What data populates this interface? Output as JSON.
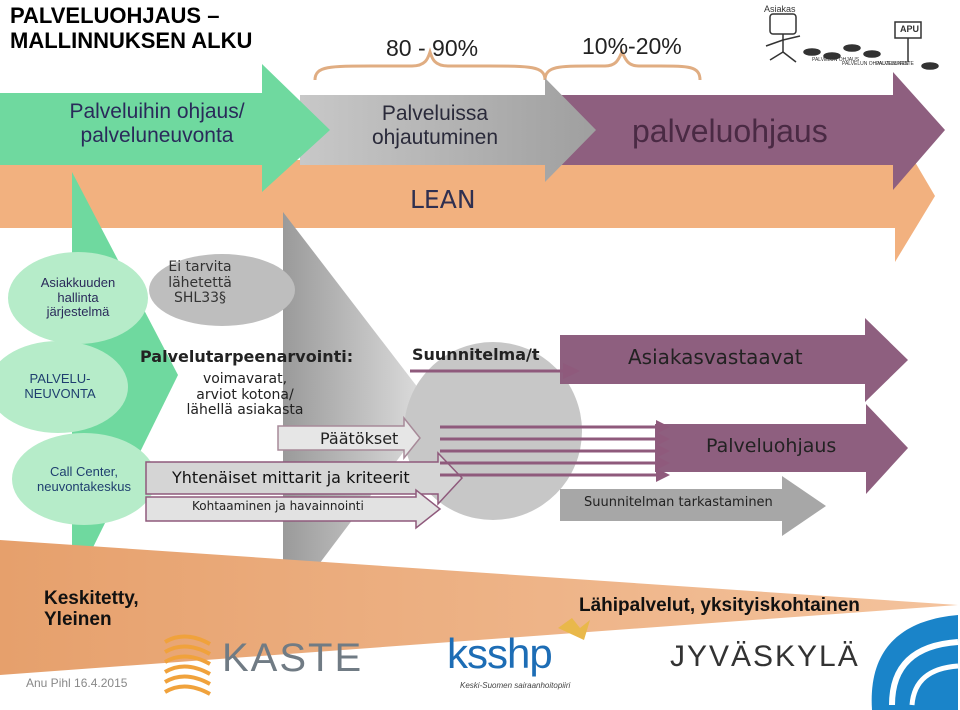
{
  "title": {
    "line1": "PALVELUOHJAUS –",
    "line2": "MALLINNUKSEN ALKU"
  },
  "percentages": {
    "left": "80 - 90%",
    "right": "10%-20%"
  },
  "top_band": {
    "green": {
      "line1": "Palveluihin ohjaus/",
      "line2": "palveluneuvonta"
    },
    "gray": {
      "line1": "Palveluissa",
      "line2": "ohjautuminen"
    },
    "purple": "palveluohjaus",
    "lean": "LEAN"
  },
  "left_column": {
    "item1": {
      "line1": "Asiakkuuden",
      "line2": "hallinta",
      "line3": "järjestelmä"
    },
    "item2": {
      "line1": "PALVELU-",
      "line2": "NEUVONTA"
    },
    "item3": {
      "line1": "Call Center,",
      "line2": "neuvontakeskus"
    }
  },
  "middle": {
    "ellipse": {
      "line1": "Ei tarvita",
      "line2": "lähetettä",
      "line3": "SHL33§"
    },
    "assessment_title": "Palvelutarpeenarvointi:",
    "assessment_lines": [
      "voimavarat,",
      "arviot kotona/",
      "lähellä asiakasta"
    ],
    "decisions": "Päätökset",
    "criteria": "Yhtenäiset mittarit ja kriteerit",
    "coaching": "Kohtaaminen ja havainnointi"
  },
  "right": {
    "plan": "Suunnitelma/t",
    "customer_manager": "Asiakasvastaavat",
    "service_guidance": "Palveluohjaus",
    "plan_review": "Suunnitelman tarkastaminen"
  },
  "bottom": {
    "left_label": {
      "line1": "Keskitetty,",
      "line2": "Yleinen"
    },
    "right_label": "Lähipalvelut, yksityiskohtainen",
    "author_date": "Anu Pihl 16.4.2015"
  },
  "logos": {
    "kaste": "KASTE",
    "ksshp": "ksshp",
    "ksshp_sub": "Keski-Suomen sairaanhoitopiiri",
    "jyvaskyla": "JYVÄSKYLÄ"
  },
  "sketch": {
    "word1": "Asiakas",
    "word2": "APU",
    "labels": [
      "PALVELUN OHJAUS",
      "PALVELUN OHJAUTUMINEN",
      "PALVELU-PISTE"
    ]
  },
  "colors": {
    "green": "#6fd99f",
    "gray_band": "#adadad",
    "purple": "#8e5f7f",
    "orange": "#f2b17f",
    "orange_light": "#f4c39d",
    "ellipse": "#bebebe",
    "light_green": "#b6ecc9"
  }
}
